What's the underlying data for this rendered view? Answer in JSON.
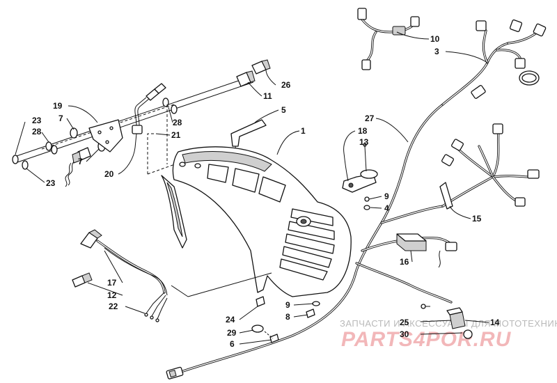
{
  "callouts": [
    {
      "id": "c1",
      "text": "1"
    },
    {
      "id": "c3",
      "text": "3"
    },
    {
      "id": "c4",
      "text": "4"
    },
    {
      "id": "c5",
      "text": "5"
    },
    {
      "id": "c6",
      "text": "6"
    },
    {
      "id": "c7a",
      "text": "7"
    },
    {
      "id": "c7b",
      "text": "7"
    },
    {
      "id": "c8",
      "text": "8"
    },
    {
      "id": "c9a",
      "text": "9"
    },
    {
      "id": "c9b",
      "text": "9"
    },
    {
      "id": "c10",
      "text": "10"
    },
    {
      "id": "c11",
      "text": "11"
    },
    {
      "id": "c12",
      "text": "12"
    },
    {
      "id": "c13",
      "text": "13"
    },
    {
      "id": "c14",
      "text": "14"
    },
    {
      "id": "c15",
      "text": "15"
    },
    {
      "id": "c16",
      "text": "16"
    },
    {
      "id": "c17",
      "text": "17"
    },
    {
      "id": "c18",
      "text": "18"
    },
    {
      "id": "c19",
      "text": "19"
    },
    {
      "id": "c20",
      "text": "20"
    },
    {
      "id": "c21",
      "text": "21"
    },
    {
      "id": "c22",
      "text": "22"
    },
    {
      "id": "c23a",
      "text": "23"
    },
    {
      "id": "c23b",
      "text": "23"
    },
    {
      "id": "c24",
      "text": "24"
    },
    {
      "id": "c25",
      "text": "25"
    },
    {
      "id": "c26",
      "text": "26"
    },
    {
      "id": "c27",
      "text": "27"
    },
    {
      "id": "c28a",
      "text": "28"
    },
    {
      "id": "c28b",
      "text": "28"
    },
    {
      "id": "c29",
      "text": "29"
    },
    {
      "id": "c30",
      "text": "30"
    }
  ],
  "watermark": {
    "tagline": "ЗАПЧАСТИ И АКСЕССУАРЫ ДЛЯ МОТОТЕХНИКИ",
    "brand": "PARTS4POR.RU"
  }
}
